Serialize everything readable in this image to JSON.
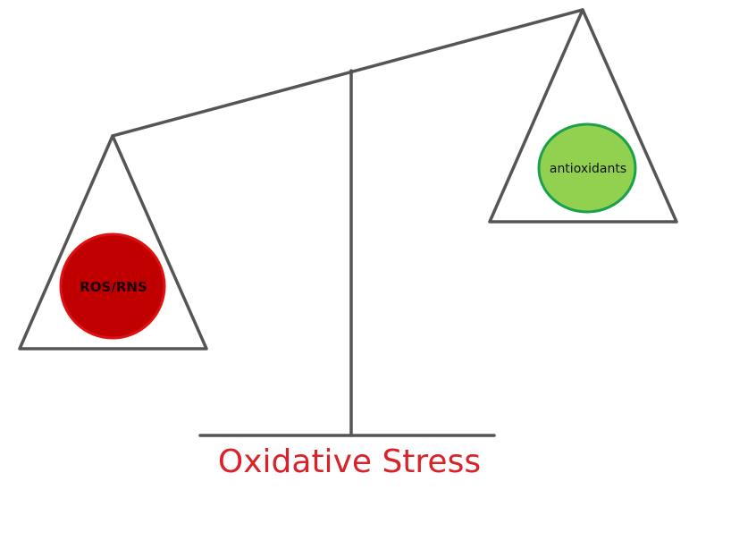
{
  "diagram": {
    "title": "Oxidative Stress",
    "left_pan_label": "ROS/RNS",
    "right_pan_label": "antioxidants",
    "colors": {
      "title": "#d9232a",
      "ros_fill": "#c00000",
      "ros_stroke": "#e01010",
      "antioxidant_fill": "#92d050",
      "antioxidant_stroke": "#1aa04a",
      "scale": "#555555"
    }
  }
}
